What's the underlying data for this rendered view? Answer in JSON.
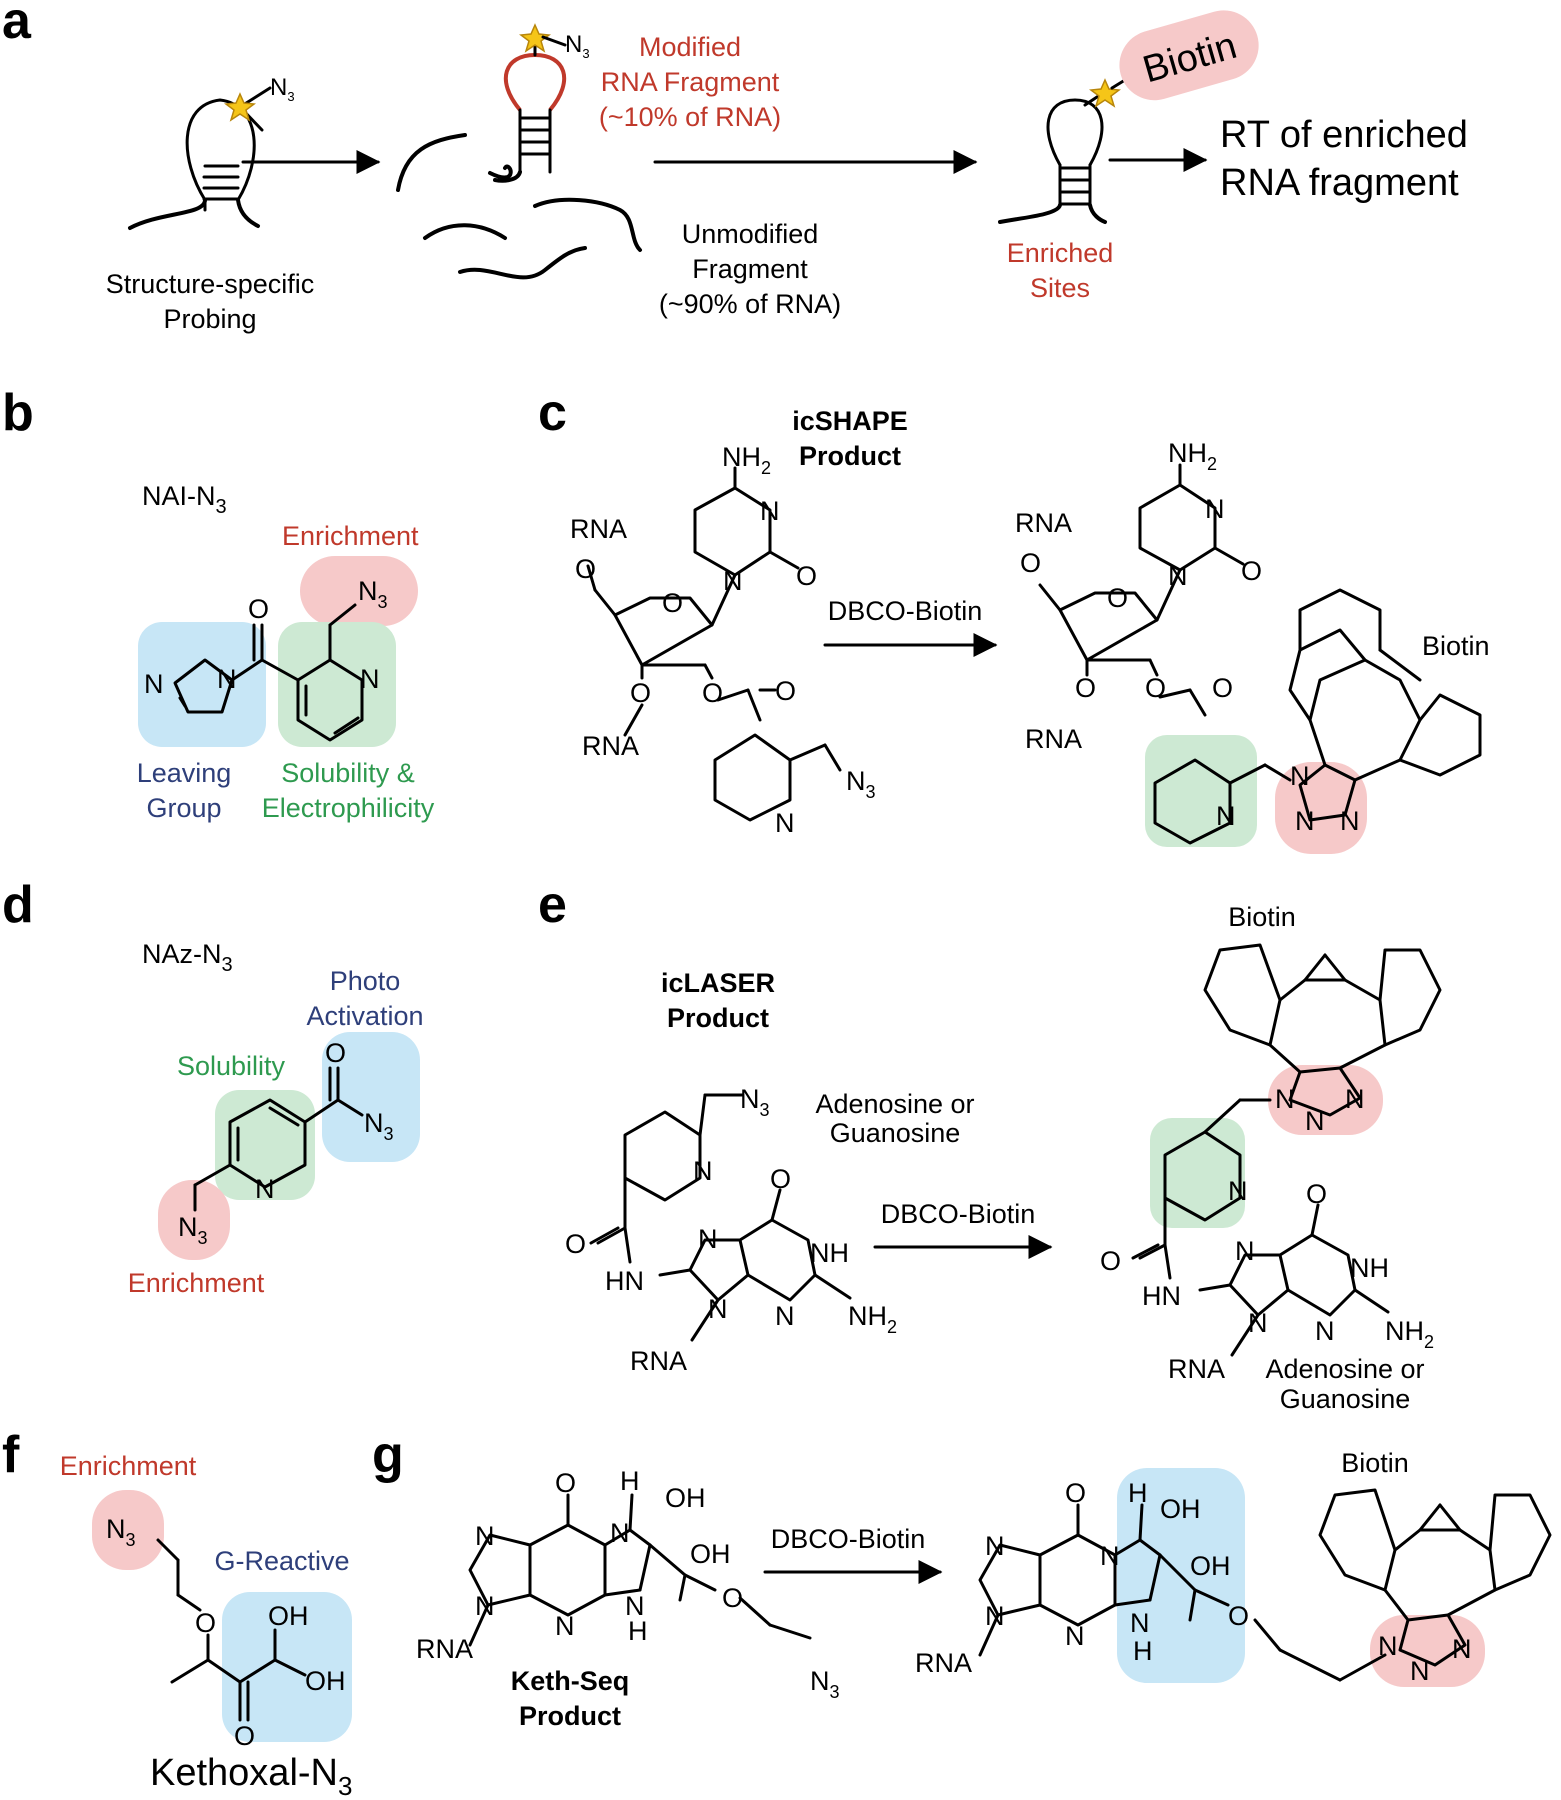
{
  "colors": {
    "enrichment_highlight": "#f6c9c9",
    "solubility_highlight": "#cde9d3",
    "reactive_highlight": "#c7e6f6",
    "red_text": "#c0392b",
    "green_text": "#2e9a4f",
    "navy_text": "#2e3f7a",
    "star": "#f5c518"
  },
  "panels": {
    "a": {
      "letter": "a",
      "probe": "N",
      "probe_sub": "3",
      "probing": [
        "Structure-specific",
        "Probing"
      ],
      "modified": [
        "Modified",
        "RNA Fragment",
        "(~10% of RNA)"
      ],
      "unmodified": [
        "Unmodified",
        "Fragment",
        "(~90% of RNA)"
      ],
      "biotin": "Biotin",
      "enriched": [
        "Enriched",
        "Sites"
      ],
      "rt": [
        "RT of enriched",
        "RNA fragment"
      ]
    },
    "b": {
      "letter": "b",
      "name_main": "NAI-N",
      "name_sub": "3",
      "enrichment": "Enrichment",
      "leaving_group": [
        "Leaving",
        "Group"
      ],
      "solubility": [
        "Solubility &",
        "Electrophilicity"
      ],
      "atoms": {
        "O": "O",
        "N": "N",
        "N3": "N",
        "N3_sub": "3"
      }
    },
    "c": {
      "letter": "c",
      "product": [
        "icSHAPE",
        "Product"
      ],
      "reagent": "DBCO-Biotin",
      "atoms": {
        "NH2": "NH",
        "NH2_sub": "2",
        "N": "N",
        "O": "O",
        "RNA": "RNA",
        "N3": "N",
        "N3_sub": "3",
        "biotin": "Biotin"
      }
    },
    "d": {
      "letter": "d",
      "name_main": "NAz-N",
      "name_sub": "3",
      "photo": [
        "Photo",
        "Activation"
      ],
      "solubility": "Solubility",
      "enrichment": "Enrichment",
      "atoms": {
        "O": "O",
        "N": "N",
        "N3": "N",
        "N3_sub": "3"
      }
    },
    "e": {
      "letter": "e",
      "product": [
        "icLASER",
        "Product"
      ],
      "reagent": "DBCO-Biotin",
      "base_note": [
        "Adenosine or",
        "Guanosine"
      ],
      "atoms": {
        "NH": "NH",
        "HN": "HN",
        "NH2": "NH",
        "NH2_sub": "2",
        "N": "N",
        "O": "O",
        "RNA": "RNA",
        "N3": "N",
        "N3_sub": "3",
        "biotin": "Biotin"
      }
    },
    "f": {
      "letter": "f",
      "enrichment": "Enrichment",
      "g_reactive": "G-Reactive",
      "name_main": "Kethoxal-N",
      "name_sub": "3",
      "atoms": {
        "O": "O",
        "OH": "OH",
        "N3": "N",
        "N3_sub": "3"
      }
    },
    "g": {
      "letter": "g",
      "product": [
        "Keth-Seq",
        "Product"
      ],
      "reagent": "DBCO-Biotin",
      "atoms": {
        "H": "H",
        "OH": "OH",
        "O": "O",
        "N": "N",
        "RNA": "RNA",
        "N3": "N",
        "N3_sub": "3",
        "biotin": "Biotin"
      }
    }
  }
}
